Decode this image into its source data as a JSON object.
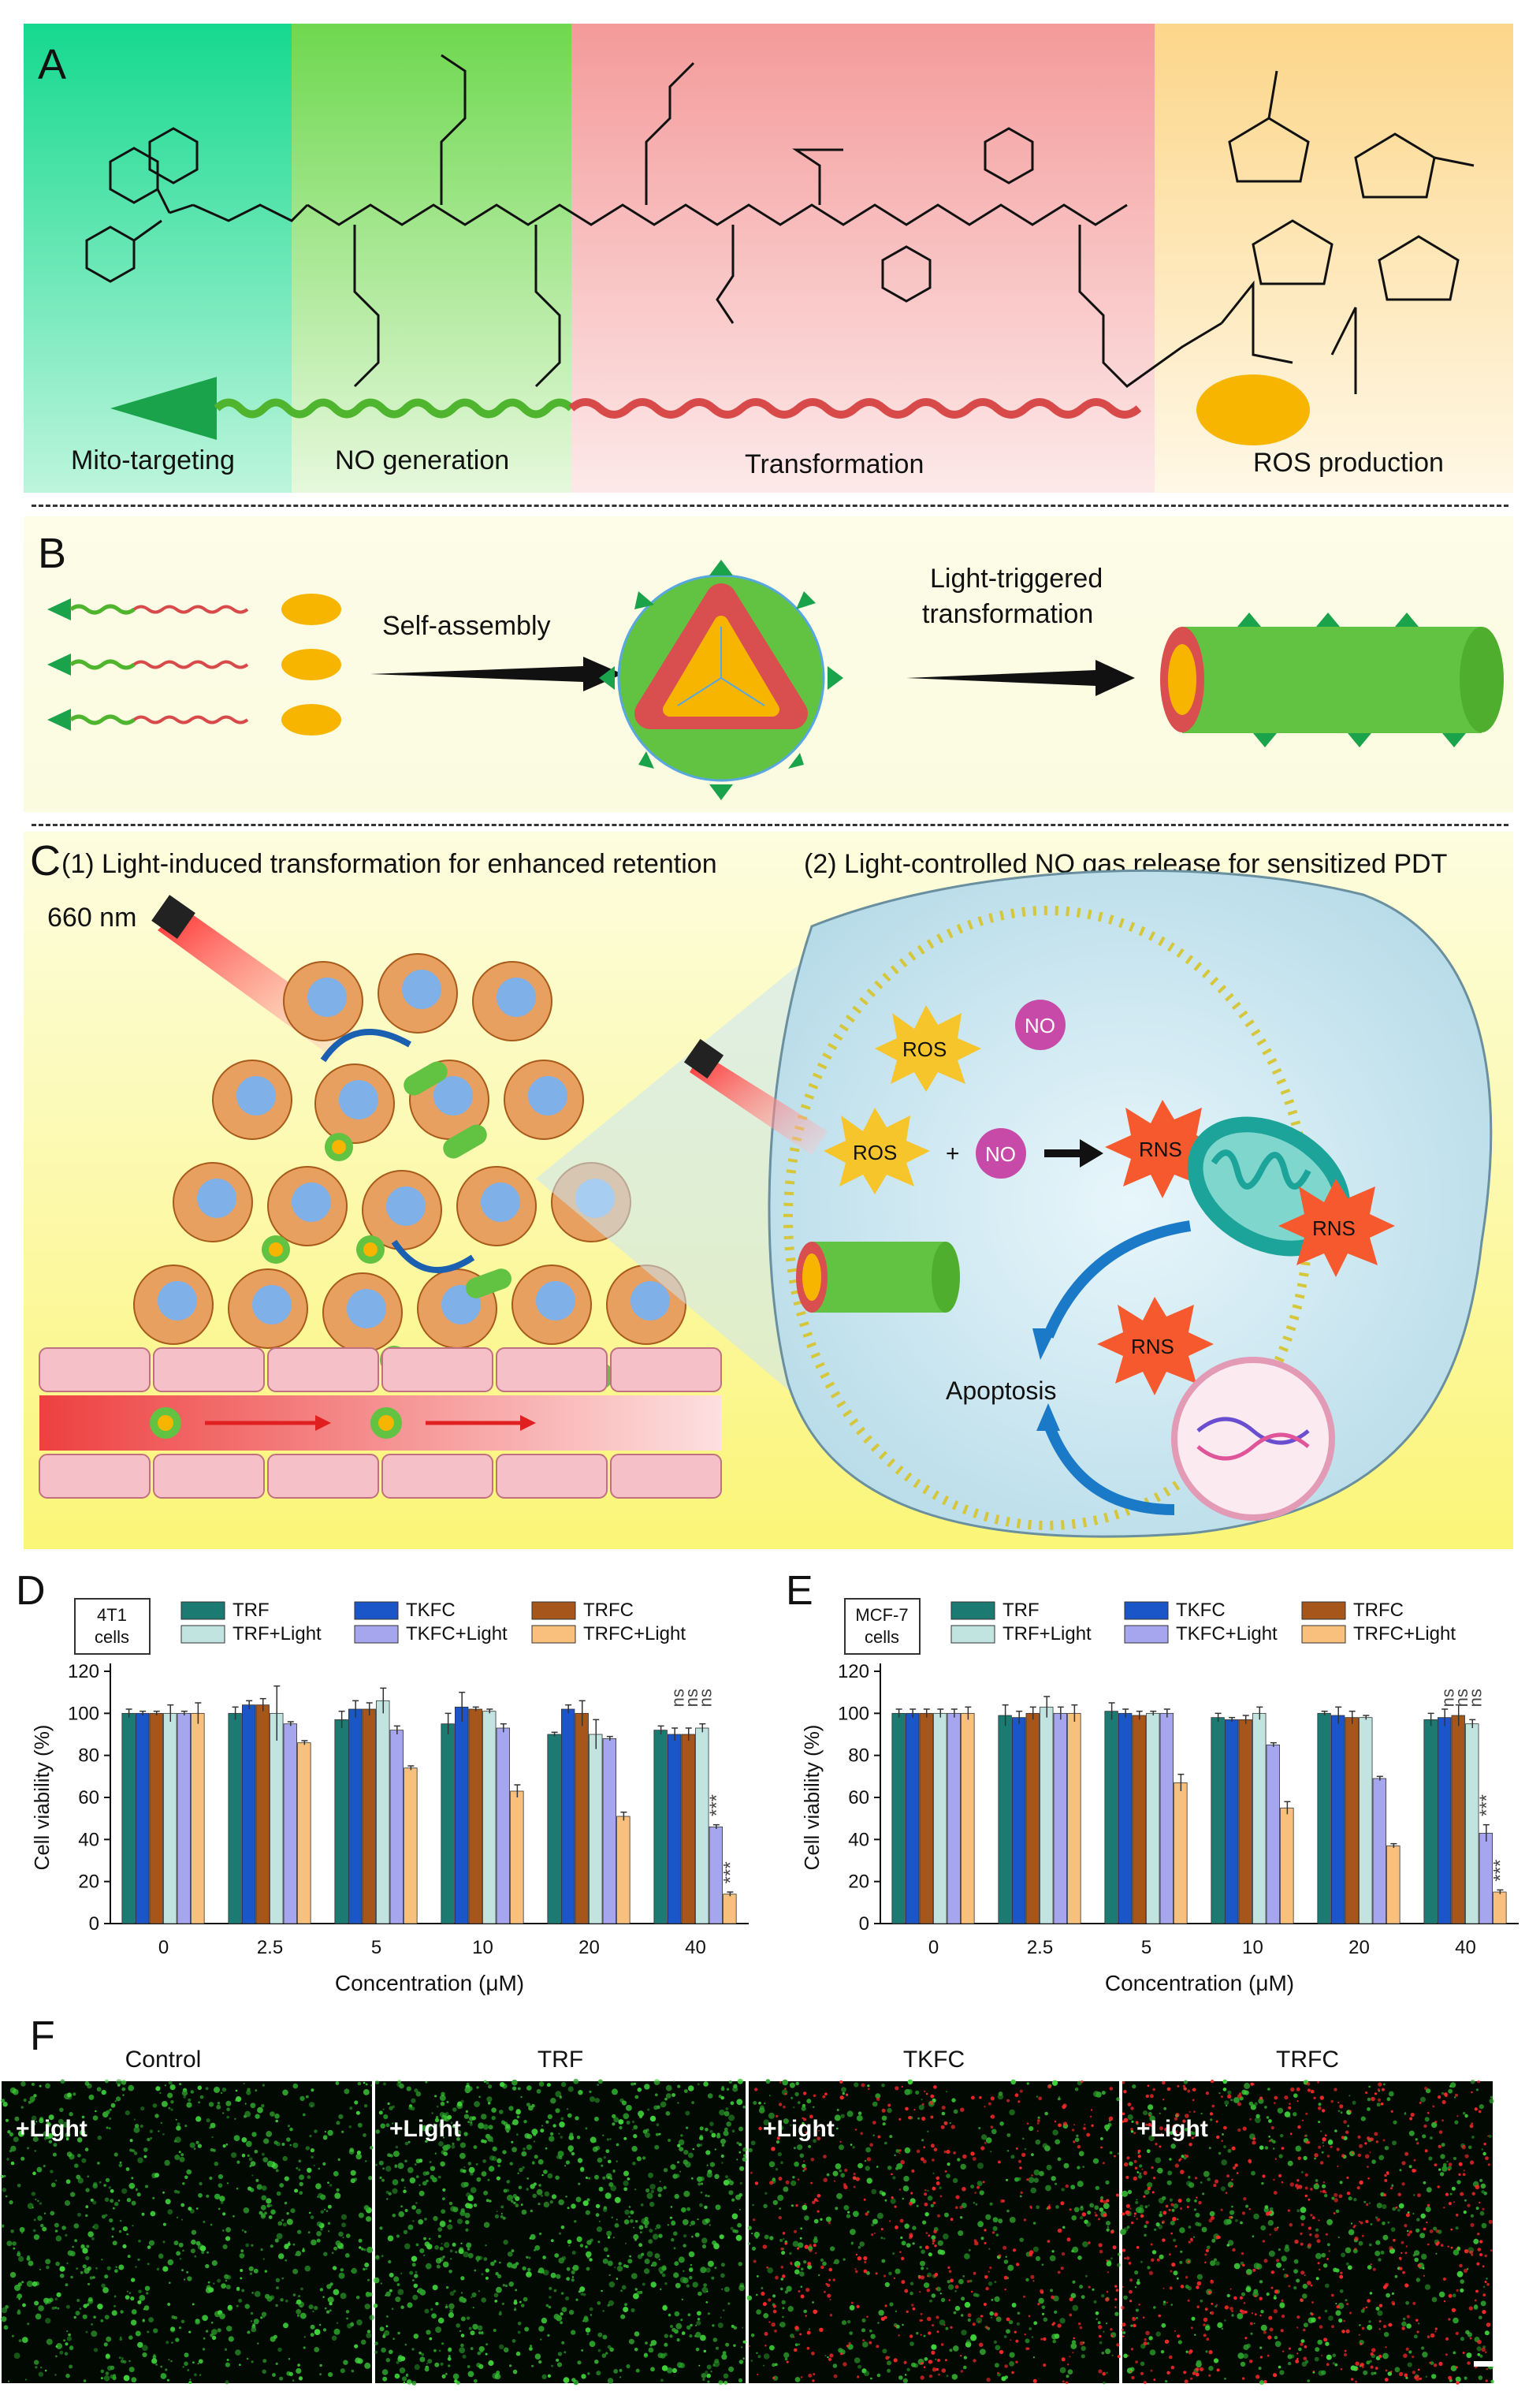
{
  "panel_a": {
    "letter": "A",
    "labels": {
      "mito_targeting": "Mito-targeting",
      "no_generation": "NO generation",
      "transformation": "Transformation",
      "ros_production": "ROS production"
    },
    "colors": {
      "mito": "#2fd48c",
      "no": "#7ed957",
      "transform": "#f4a4a4",
      "ros": "#fcd890"
    }
  },
  "panel_b": {
    "letter": "B",
    "self_assembly": "Self-assembly",
    "light_triggered_1": "Light-triggered",
    "light_triggered_2": "transformation"
  },
  "panel_c": {
    "letter": "C",
    "title_1": "(1) Light-induced transformation for enhanced retention",
    "title_2": "(2) Light-controlled NO gas release for sensitized PDT",
    "wavelength": "660 nm",
    "ros": "ROS",
    "no": "NO",
    "plus": "+",
    "rns": "RNS",
    "apoptosis": "Apoptosis"
  },
  "legend": [
    "TRF",
    "TKFC",
    "TRFC",
    "TRF+Light",
    "TKFC+Light",
    "TRFC+Light"
  ],
  "series_colors": [
    "#1b7b73",
    "#1b56c8",
    "#a6551b",
    "#c2e4e0",
    "#a6a6ee",
    "#f8c07c"
  ],
  "chart_data": [
    {
      "type": "bar",
      "panel": "D",
      "cell_line": "4T1\ncells",
      "categories": [
        "0",
        "2.5",
        "5",
        "10",
        "20",
        "40"
      ],
      "xlabel": "Concentration (μM)",
      "ylabel": "Cell viability (%)",
      "ylim": [
        0,
        120
      ],
      "yticks": [
        0,
        20,
        40,
        60,
        80,
        100,
        120
      ],
      "series": [
        {
          "name": "TRF",
          "values": [
            100,
            100,
            97,
            95,
            90,
            92
          ],
          "err": [
            2,
            3,
            4,
            5,
            1,
            2
          ]
        },
        {
          "name": "TKFC",
          "values": [
            100,
            104,
            102,
            103,
            102,
            90
          ],
          "err": [
            1,
            2,
            4,
            7,
            2,
            3
          ]
        },
        {
          "name": "TRFC",
          "values": [
            100,
            104,
            102,
            102,
            100,
            90
          ],
          "err": [
            1,
            3,
            3,
            1,
            6,
            3
          ]
        },
        {
          "name": "TRF+Light",
          "values": [
            100,
            100,
            106,
            101,
            90,
            93
          ],
          "err": [
            4,
            13,
            6,
            1,
            7,
            2
          ]
        },
        {
          "name": "TKFC+Light",
          "values": [
            100,
            95,
            92,
            93,
            88,
            46
          ],
          "err": [
            1,
            1,
            2,
            2,
            1,
            1
          ]
        },
        {
          "name": "TRFC+Light",
          "values": [
            100,
            86,
            74,
            63,
            51,
            14
          ],
          "err": [
            5,
            1,
            1,
            3,
            2,
            1
          ]
        }
      ],
      "annotations": {
        "ns": "ns",
        "sig": "***"
      }
    },
    {
      "type": "bar",
      "panel": "E",
      "cell_line": "MCF-7\ncells",
      "categories": [
        "0",
        "2.5",
        "5",
        "10",
        "20",
        "40"
      ],
      "xlabel": "Concentration (μM)",
      "ylabel": "Cell viability (%)",
      "ylim": [
        0,
        120
      ],
      "yticks": [
        0,
        20,
        40,
        60,
        80,
        100,
        120
      ],
      "series": [
        {
          "name": "TRF",
          "values": [
            100,
            99,
            101,
            98,
            100,
            97
          ],
          "err": [
            2,
            5,
            4,
            2,
            1,
            3
          ]
        },
        {
          "name": "TKFC",
          "values": [
            100,
            98,
            100,
            97,
            99,
            98
          ],
          "err": [
            2,
            3,
            2,
            1,
            4,
            4
          ]
        },
        {
          "name": "TRFC",
          "values": [
            100,
            100,
            99,
            97,
            98,
            99
          ],
          "err": [
            2,
            3,
            2,
            2,
            3,
            5
          ]
        },
        {
          "name": "TRF+Light",
          "values": [
            100,
            103,
            100,
            100,
            98,
            95
          ],
          "err": [
            2,
            5,
            1,
            3,
            1,
            2
          ]
        },
        {
          "name": "TKFC+Light",
          "values": [
            100,
            100,
            100,
            85,
            69,
            43
          ],
          "err": [
            2,
            3,
            2,
            1,
            1,
            4
          ]
        },
        {
          "name": "TRFC+Light",
          "values": [
            100,
            100,
            67,
            55,
            37,
            15
          ],
          "err": [
            3,
            4,
            4,
            3,
            1,
            1
          ]
        }
      ],
      "annotations": {
        "ns": "ns",
        "sig": "***"
      }
    }
  ],
  "panel_f": {
    "letter": "F",
    "titles": [
      "Control",
      "TRF",
      "TKFC",
      "TRFC"
    ],
    "light": "+Light",
    "red_density": [
      0.0,
      0.0,
      0.5,
      0.7
    ]
  }
}
